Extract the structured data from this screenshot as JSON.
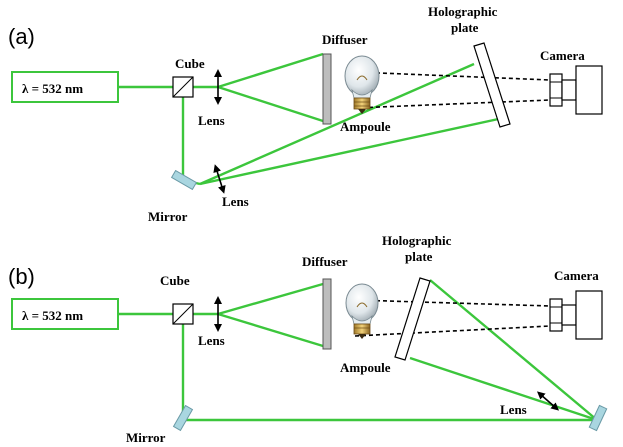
{
  "colors": {
    "beam": "#3cc63c",
    "mirror": "#a9d6e0",
    "diffuser": "#bdbdbd"
  },
  "panel_a": {
    "tag": "(a)",
    "laser": "λ = 532 nm",
    "cube": "Cube",
    "lens1": "Lens",
    "diffuser": "Diffuser",
    "holographic_plate": [
      "Holographic",
      "plate"
    ],
    "camera": "Camera",
    "ampoule": "Ampoule",
    "mirror": "Mirror",
    "lens2": "Lens"
  },
  "panel_b": {
    "tag": "(b)",
    "laser": "λ = 532 nm",
    "cube": "Cube",
    "lens1": "Lens",
    "diffuser": "Diffuser",
    "holographic_plate": [
      "Holographic",
      "plate"
    ],
    "camera": "Camera",
    "ampoule": "Ampoule",
    "lens2": "Lens",
    "mirror": "Mirror"
  }
}
